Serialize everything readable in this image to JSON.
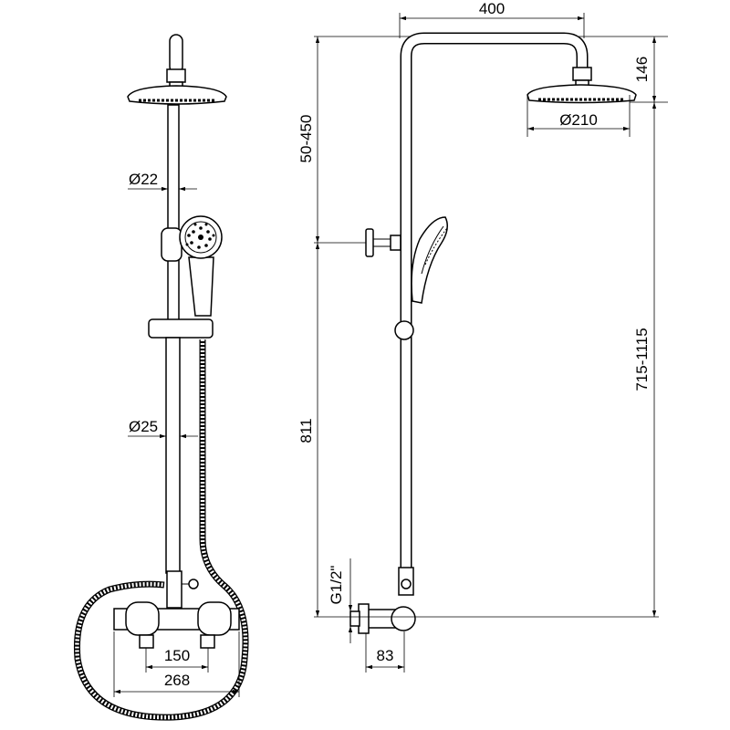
{
  "dimensions": {
    "front": {
      "pipe_upper_diameter": "Ø22",
      "pipe_lower_diameter": "Ø25",
      "valve_spacing": "150",
      "mixer_width": "268"
    },
    "side": {
      "arm_reach": "400",
      "head_height": "146",
      "head_diameter": "Ø210",
      "bracket_range": "50-450",
      "total_height_range": "715-1115",
      "bracket_height": "811",
      "inlet_thread": "G1/2\"",
      "wall_offset": "83"
    }
  }
}
